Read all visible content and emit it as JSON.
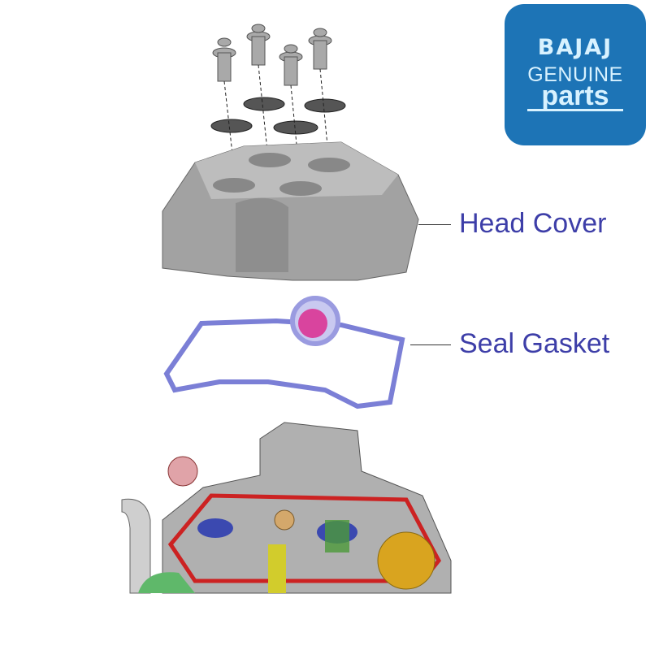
{
  "logo": {
    "brand": "BAJAJ",
    "line1": "GENUINE",
    "line2": "parts",
    "color": "#1d74b6"
  },
  "labels": {
    "head_cover": "Head Cover",
    "seal_gasket": "Seal Gasket"
  },
  "colors": {
    "label": "#3d3ea8",
    "gasket": "#7b7fd6",
    "cover": "#9a9a9a"
  }
}
